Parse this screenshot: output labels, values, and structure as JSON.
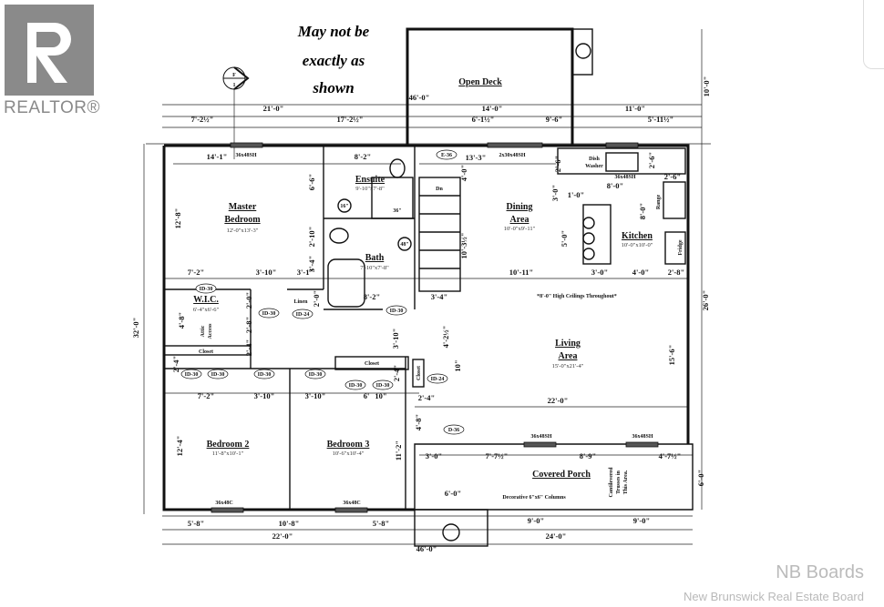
{
  "note": {
    "line1": "May not be",
    "line2": "exactly as",
    "line3": "shown"
  },
  "logo": {
    "text": "REALTOR®",
    "color": "#8a8a8a"
  },
  "watermark": {
    "board": "New Brunswick Real Estate Board",
    "brand": "NB Boards"
  },
  "section_marker": {
    "top": "F",
    "bottom": "1"
  },
  "rooms": {
    "master": {
      "name": "Master Bedroom",
      "name1": "Master",
      "name2": "Bedroom",
      "size": "12'-0\"x13'-3\""
    },
    "ensuite": {
      "name": "Ensuite",
      "size": "9'-10\"x7'-8\""
    },
    "bath": {
      "name": "Bath",
      "size": "7'-10\"x7'-8\""
    },
    "wic": {
      "name": "W.I.C.",
      "size": "6'-4\"x6'-6\"",
      "attic1": "Attic",
      "attic2": "Access"
    },
    "dining": {
      "name1": "Dining",
      "name2": "Area",
      "size": "10'-0\"x9'-11\""
    },
    "kitchen": {
      "name": "Kitchen",
      "size": "10'-0\"x10'-0\""
    },
    "living": {
      "name1": "Living",
      "name2": "Area",
      "size": "15'-0\"x21'-4\""
    },
    "bedroom2": {
      "name": "Bedroom 2",
      "size": "11'-8\"x10'-1\""
    },
    "bedroom3": {
      "name": "Bedroom 3",
      "size": "10'-6\"x10'-4\""
    },
    "porch": {
      "name": "Covered Porch"
    },
    "deck": {
      "name": "Open Deck"
    }
  },
  "fixtures": {
    "linen": "Linen",
    "closet": "Closet",
    "dishwasher1": "Dish",
    "dishwasher2": "Washer",
    "range": "Range",
    "fridge": "Fridge",
    "stair_down": "Dn",
    "shower": "36\"",
    "sink": "16\"",
    "vanity": "48\""
  },
  "notes": {
    "ceilings": "*8'-0\" High Ceilings Throughout*",
    "columns": "Decorative 6\"x6\" Columns",
    "trusses1": "Cantilevered",
    "trusses2": "Trusses in",
    "trusses3": "This Area."
  },
  "windows": [
    "36x48SH",
    "2x30x48SH",
    "36x48SH",
    "36x48SH",
    "36x48SH",
    "36x48C",
    "36x48C"
  ],
  "doors": [
    "E-36",
    "ID-30",
    "ID-24",
    "ID-30",
    "ID-30",
    "ID-30",
    "ID-30",
    "ID-30",
    "ID-30",
    "ID-30",
    "ID-24",
    "D-36",
    "ID-30"
  ],
  "dims": [
    "21'-0\"",
    "14'-0\"",
    "11'-0\"",
    "7'-2½\"",
    "17'-2½\"",
    "6'-1½\"",
    "9'-6\"",
    "5'-11½\"",
    "46'-0\"",
    "10'-0\"",
    "14'-1\"",
    "8'-2\"",
    "13'-3\"",
    "6'-6\"",
    "12'-8\"",
    "2'-10\"",
    "3'-4\"",
    "7'-2\"",
    "3'-10\"",
    "3'-1\"",
    "8'-2\"",
    "3'-4\"",
    "10'-3½\"",
    "4'-0\"",
    "2'-6\"",
    "3'-0\"",
    "1'-0\"",
    "8'-0\"",
    "2'-6\"",
    "2'-6\"",
    "10'-11\"",
    "5'-0\"",
    "8'-0\"",
    "3'-0\"",
    "4'-0\"",
    "2'-8\"",
    "26'-0\"",
    "32'-0\"",
    "4'-8\"",
    "2'-0\"",
    "2'-8\"",
    "2'-4\"",
    "2'-0\"",
    "3'-10\"",
    "4'-2½\"",
    "15'-6\"",
    "2'-4\"",
    "2'-4\"",
    "10\"",
    "7'-2\"",
    "3'-10\"",
    "3'-10\"",
    "6'",
    "10\"",
    "2'-4\"",
    "22'-0\"",
    "4'-8\"",
    "12'-4\"",
    "11'-2\"",
    "3'-0\"",
    "7'-7½\"",
    "8'-9\"",
    "4'-7½\"",
    "6'-0\"",
    "6'-0\"",
    "9'-0\"",
    "9'-0\"",
    "5'-8\"",
    "10'-8\"",
    "5'-8\"",
    "22'-0\"",
    "24'-0\"",
    "46'-0\""
  ]
}
